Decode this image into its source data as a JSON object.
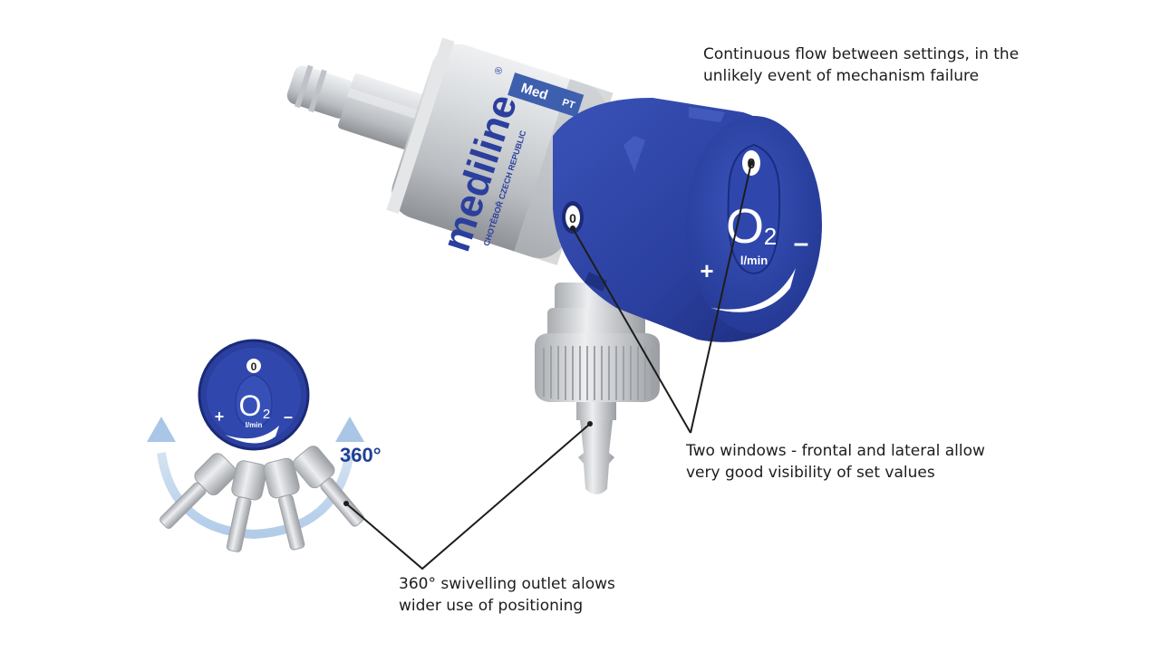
{
  "brand": {
    "logo_text": "mediline",
    "registered_mark": "®",
    "origin_line": "CHOTĚBOŘ CZECH REPUBLIC",
    "model_badge": "Med",
    "model_sub": "PT"
  },
  "dial": {
    "window_value": "0",
    "gas_symbol": "O",
    "gas_subscript": "2",
    "unit": "l/min",
    "plus_sign": "+",
    "minus_sign": "–"
  },
  "side_window_value": "0",
  "rotation_label": "360°",
  "callouts": {
    "flow": {
      "line1": "Continuous flow between settings, in the",
      "line2": "unlikely event of mechanism failure"
    },
    "windows": {
      "line1": "Two windows - frontal and lateral allow",
      "line2": "very good visibility of set values"
    },
    "swivel": {
      "line1": "360° swivelling outlet alows",
      "line2": "wider use of positioning"
    }
  },
  "colors": {
    "knob_blue": "#2a3f9e",
    "knob_dark": "#1b2a78",
    "arrow_light_blue": "#a9c6e6",
    "label_blue": "#1f3f94",
    "metal": "#c9ccd0",
    "text": "#1d1d1b"
  }
}
